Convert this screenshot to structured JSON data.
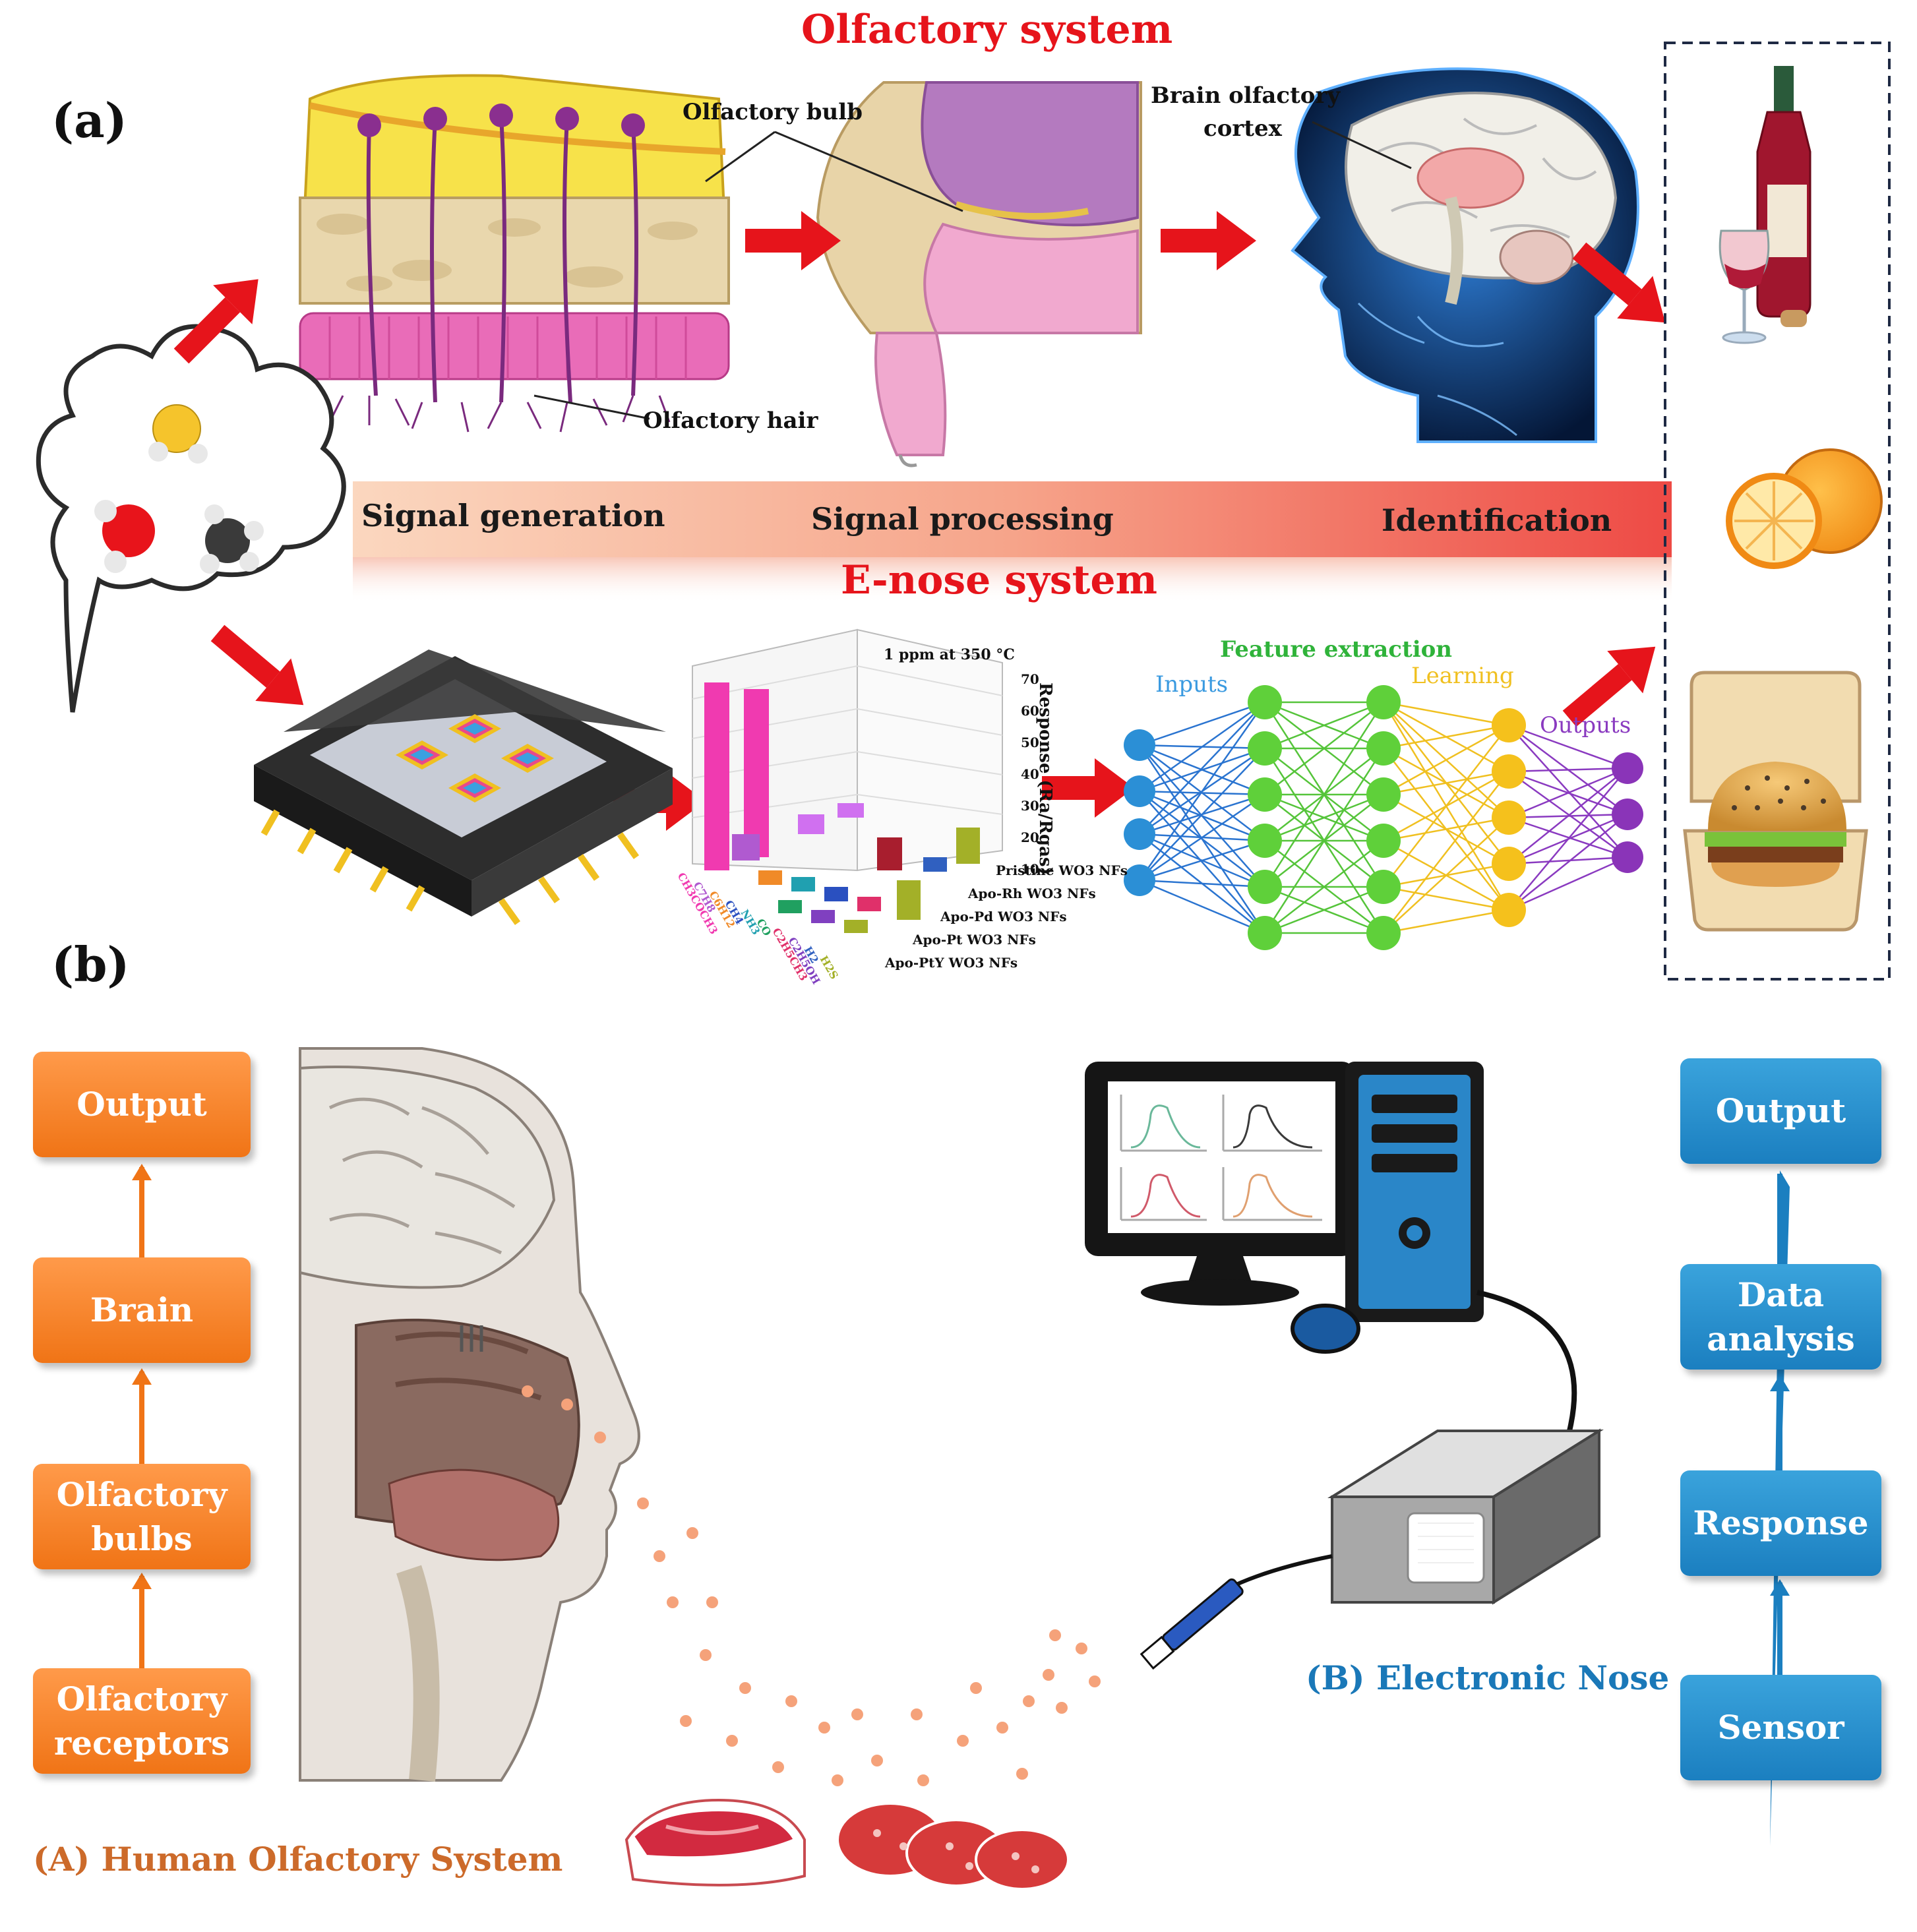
{
  "panel_a": {
    "label": "(a)",
    "title_top": "Olfactory system",
    "title_mid": "E-nose system",
    "callouts": {
      "bulb": "Olfactory bulb",
      "hair": "Olfactory hair",
      "cortex_1": "Brain olfactory",
      "cortex_2": "cortex"
    },
    "stages": {
      "generation": "Signal generation",
      "processing": "Signal processing",
      "identification": "Identification"
    },
    "network": {
      "feature": "Feature extraction",
      "inputs": "Inputs",
      "learning": "Learning",
      "outputs": "Outputs"
    },
    "chart_text": {
      "condition": "1 ppm at 350 °C",
      "axis_title": "Response (Ra/Rgas)",
      "z_ticks": [
        "70",
        "60",
        "50",
        "40",
        "30",
        "20",
        "10"
      ],
      "materials": [
        "Pristine WO3 NFs",
        "Apo-Rh WO3 NFs",
        "Apo-Pd WO3 NFs",
        "Apo-Pt WO3 NFs",
        "Apo-PtY WO3 NFs"
      ],
      "gases": [
        "CH3COCH3",
        "C7H8",
        "C6H12",
        "CH4",
        "NH3",
        "CO",
        "C2H5CH3",
        "C2H5OH",
        "H2",
        "H2S"
      ]
    }
  },
  "panel_b": {
    "label": "(b)",
    "human_steps": [
      "Output",
      "Brain",
      "Olfactory\nbulbs",
      "Olfactory\nreceptors"
    ],
    "enose_steps": [
      "Output",
      "Data\nanalysis",
      "Response",
      "Sensor"
    ],
    "human_caption": "(A) Human Olfactory System",
    "enose_caption": "(B) Electronic Nose"
  },
  "colors": {
    "arrow_red": "#e6141b",
    "orange": "#f07416",
    "blue": "#1b7fc0",
    "caption_orange": "#cc6a2a",
    "caption_blue": "#1a78b8"
  }
}
